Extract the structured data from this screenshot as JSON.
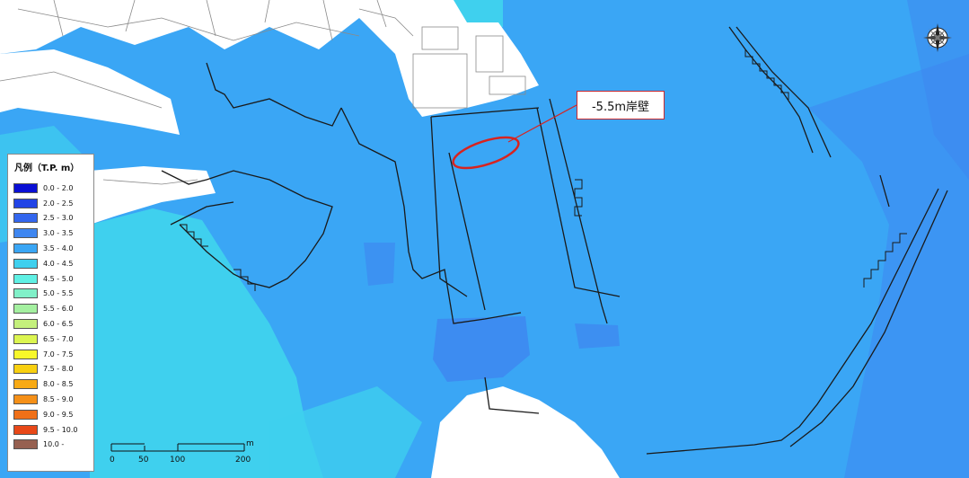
{
  "legend": {
    "title": "凡例（T.P. m）",
    "items": [
      {
        "label": "0.0 - 2.0",
        "color": "#0a0fd4"
      },
      {
        "label": "2.0 - 2.5",
        "color": "#2244e6"
      },
      {
        "label": "2.5 - 3.0",
        "color": "#3366ee"
      },
      {
        "label": "3.0 - 3.5",
        "color": "#3e86f0"
      },
      {
        "label": "3.5 - 4.0",
        "color": "#3aa6f5"
      },
      {
        "label": "4.0 - 4.5",
        "color": "#3fd0ee"
      },
      {
        "label": "4.5 - 5.0",
        "color": "#5ff0e4"
      },
      {
        "label": "5.0 - 5.5",
        "color": "#80f0c8"
      },
      {
        "label": "5.5 - 6.0",
        "color": "#a4f0a0"
      },
      {
        "label": "6.0 - 6.5",
        "color": "#c4f07c"
      },
      {
        "label": "6.5 - 7.0",
        "color": "#dcf550"
      },
      {
        "label": "7.0 - 7.5",
        "color": "#f8f82a"
      },
      {
        "label": "7.5 - 8.0",
        "color": "#f8d010"
      },
      {
        "label": "8.0 - 8.5",
        "color": "#f8aa14"
      },
      {
        "label": "8.5 - 9.0",
        "color": "#f59018"
      },
      {
        "label": "9.0 - 9.5",
        "color": "#f07018"
      },
      {
        "label": "9.5 - 10.0",
        "color": "#e84818"
      },
      {
        "label": "10.0 -",
        "color": "#966050"
      }
    ]
  },
  "callout": {
    "label": "-5.5m岸壁",
    "color": "#c8282f"
  },
  "scale": {
    "ticks": [
      "0",
      "50",
      "100",
      "200"
    ],
    "unit": "m"
  },
  "colors": {
    "sea_main": "#3aa6f5",
    "sea_deep": "#3e86f0",
    "sea_shallow": "#3fd0ee",
    "land": "#ffffff"
  }
}
